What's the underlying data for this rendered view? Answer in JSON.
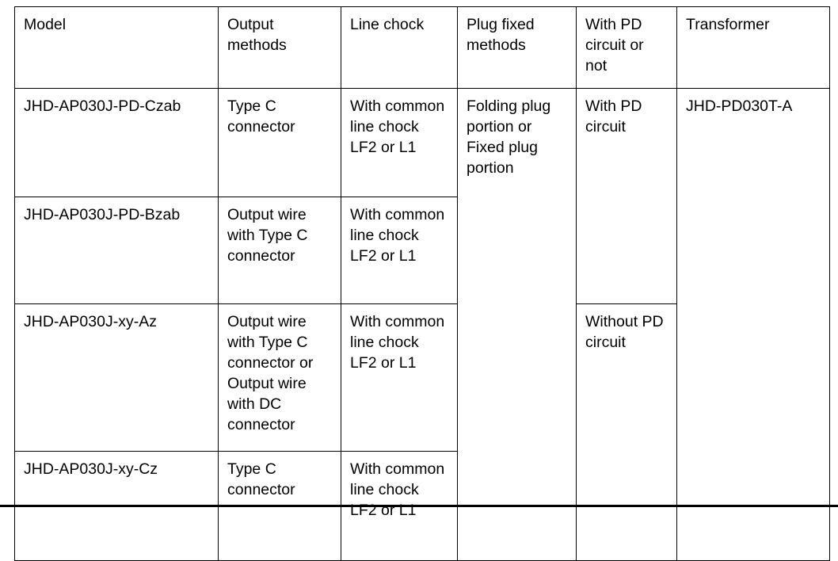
{
  "table": {
    "columns": [
      {
        "key": "model",
        "label": "Model"
      },
      {
        "key": "output_methods",
        "label": "Output methods"
      },
      {
        "key": "line_chock",
        "label": "Line chock"
      },
      {
        "key": "plug_fixed_methods",
        "label": "Plug fixed methods"
      },
      {
        "key": "pd_circuit",
        "label": "With PD circuit or not"
      },
      {
        "key": "transformer",
        "label": "Transformer"
      }
    ],
    "rows": [
      {
        "model": "JHD-AP030J-PD-Czab",
        "output_methods": "Type C connector",
        "line_chock": "With common line chock LF2 or L1",
        "plug_fixed_methods": "Folding plug portion or Fixed plug portion",
        "pd_circuit": "With PD circuit",
        "transformer": "JHD-PD030T-A"
      },
      {
        "model": "JHD-AP030J-PD-Bzab",
        "output_methods": "Output wire with Type C connector",
        "line_chock": "With common line chock LF2 or L1"
      },
      {
        "model": "JHD-AP030J-xy-Az",
        "output_methods": "Output wire with Type C connector or Output wire with DC connector",
        "line_chock": "With common line chock LF2 or L1",
        "pd_circuit": "Without PD circuit"
      },
      {
        "model": "JHD-AP030J-xy-Cz",
        "output_methods": "Type C connector",
        "line_chock": "With common line chock LF2 or L1"
      }
    ]
  },
  "colors": {
    "border": "#000000",
    "text": "#000000",
    "background": "#ffffff"
  }
}
